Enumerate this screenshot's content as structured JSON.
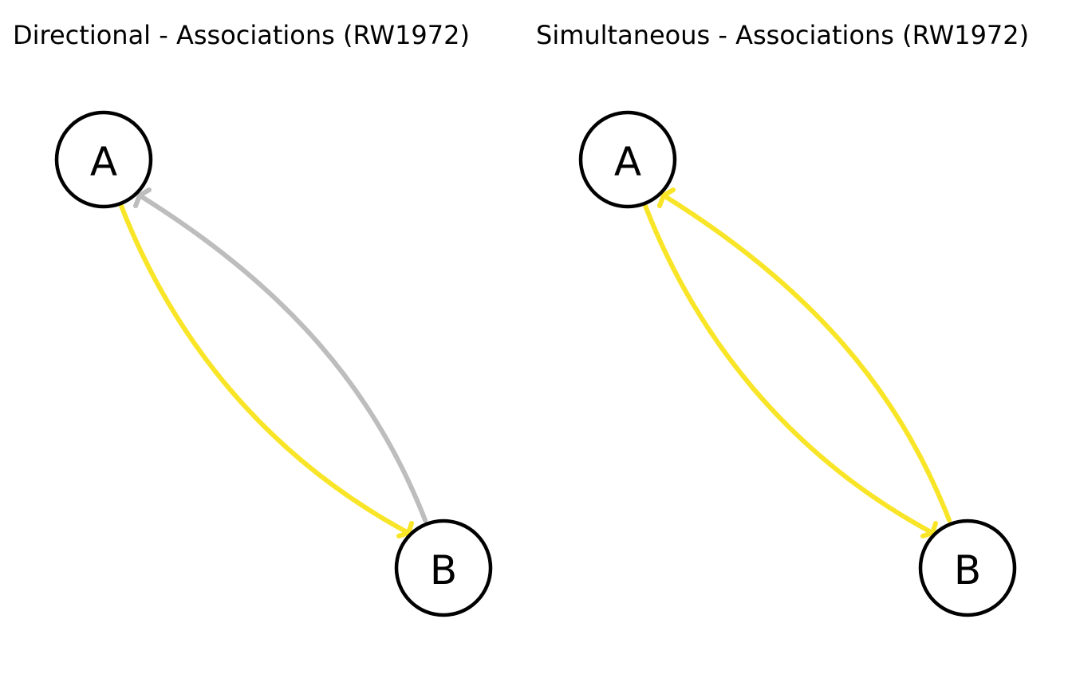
{
  "panels": [
    {
      "title": "Directional - Associations (RW1972)",
      "nodes": [
        {
          "id": "A",
          "label": "A"
        },
        {
          "id": "B",
          "label": "B"
        }
      ],
      "edges": [
        {
          "from": "A",
          "to": "B",
          "color": "#f9e527"
        },
        {
          "from": "B",
          "to": "A",
          "color": "#bdbdbd"
        }
      ]
    },
    {
      "title": "Simultaneous - Associations (RW1972)",
      "nodes": [
        {
          "id": "A",
          "label": "A"
        },
        {
          "id": "B",
          "label": "B"
        }
      ],
      "edges": [
        {
          "from": "A",
          "to": "B",
          "color": "#f9e527"
        },
        {
          "from": "B",
          "to": "A",
          "color": "#f9e527"
        }
      ]
    }
  ]
}
